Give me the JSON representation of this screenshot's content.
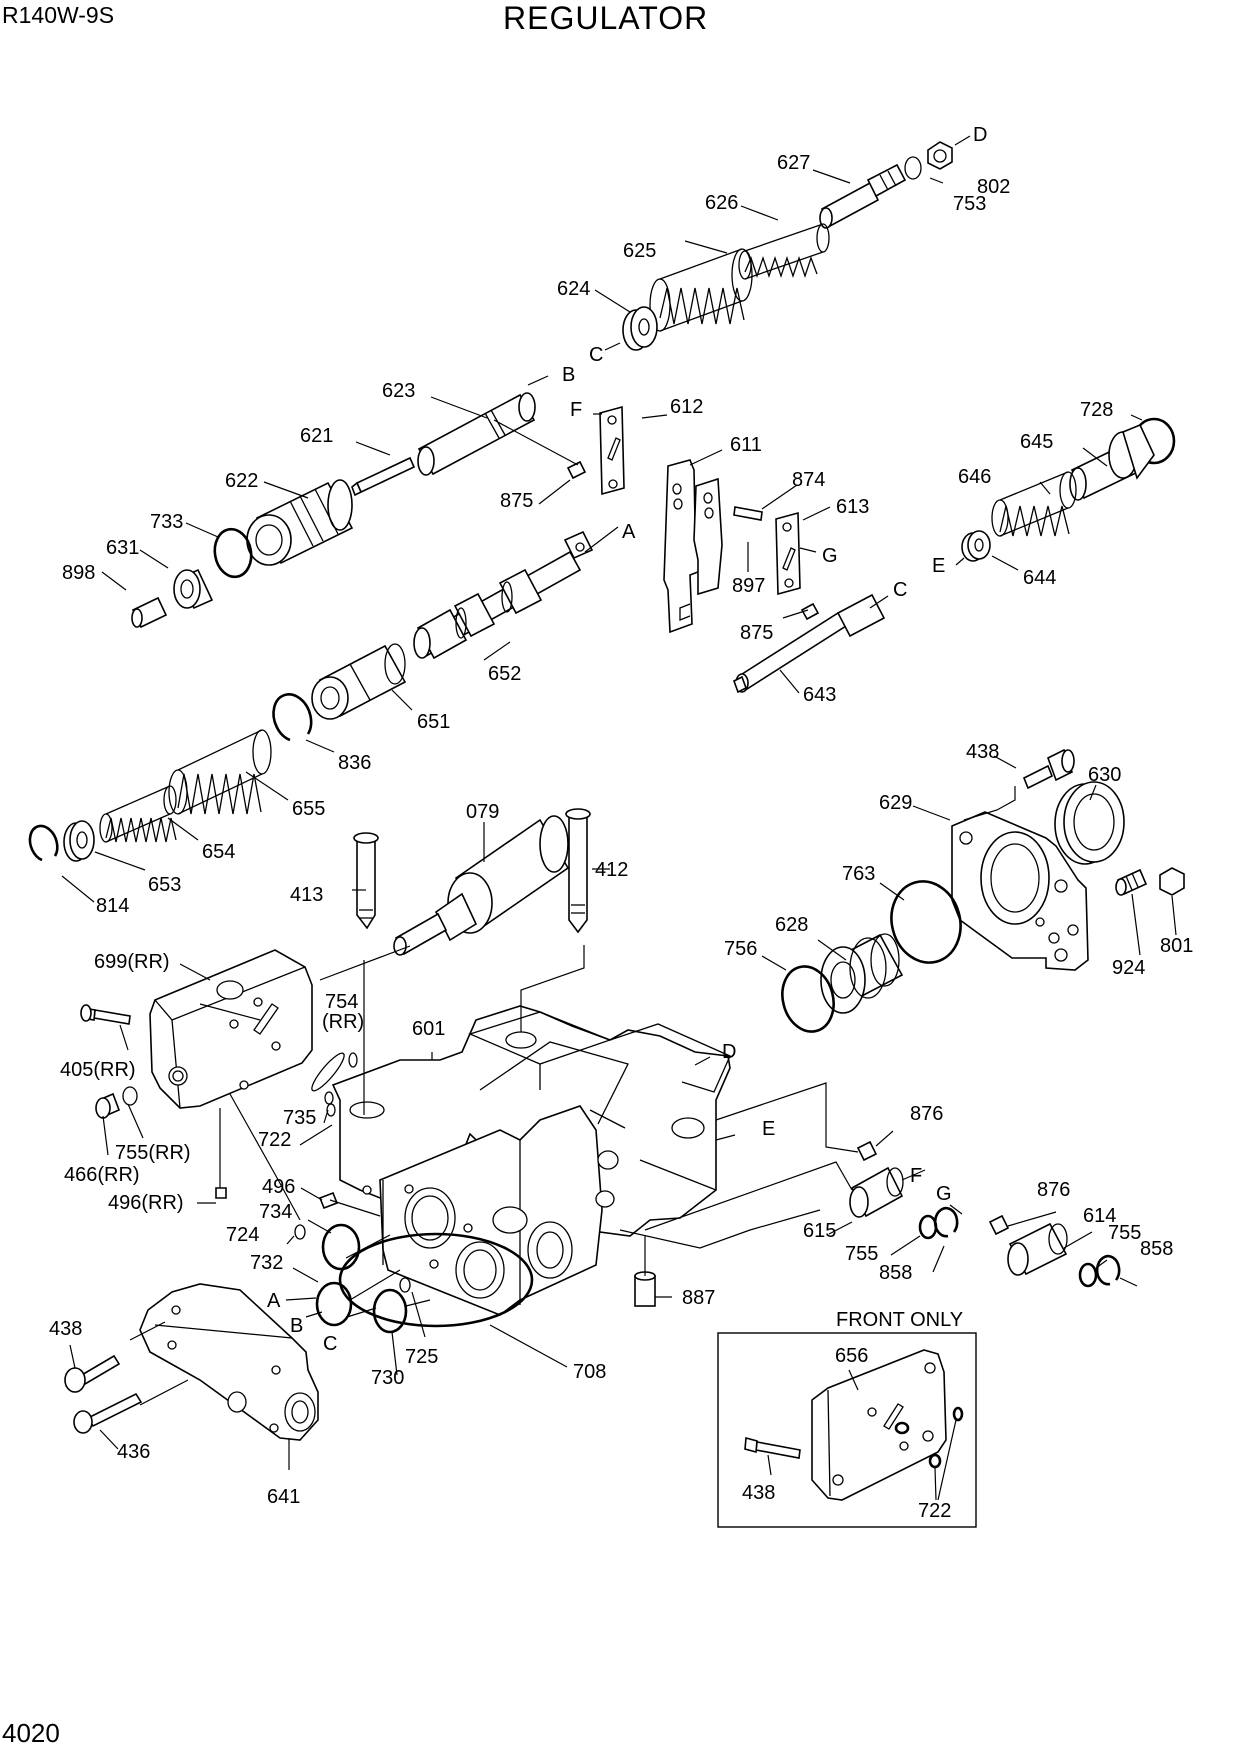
{
  "header": {
    "model": "R140W-9S",
    "title": "REGULATOR",
    "page_number": "4020"
  },
  "inset": {
    "title": "FRONT ONLY"
  },
  "callouts": [
    {
      "id": "c-d-top",
      "text": "D"
    },
    {
      "id": "c-802",
      "text": "802"
    },
    {
      "id": "c-753",
      "text": "753"
    },
    {
      "id": "c-627",
      "text": "627"
    },
    {
      "id": "c-626",
      "text": "626"
    },
    {
      "id": "c-625",
      "text": "625"
    },
    {
      "id": "c-624",
      "text": "624"
    },
    {
      "id": "c-c-624",
      "text": "C"
    },
    {
      "id": "c-b-623",
      "text": "B"
    },
    {
      "id": "c-623",
      "text": "623"
    },
    {
      "id": "c-f-612",
      "text": "F"
    },
    {
      "id": "c-612",
      "text": "612"
    },
    {
      "id": "c-611",
      "text": "611"
    },
    {
      "id": "c-621",
      "text": "621"
    },
    {
      "id": "c-622",
      "text": "622"
    },
    {
      "id": "c-733",
      "text": "733"
    },
    {
      "id": "c-631",
      "text": "631"
    },
    {
      "id": "c-898",
      "text": "898"
    },
    {
      "id": "c-875a",
      "text": "875"
    },
    {
      "id": "c-874",
      "text": "874"
    },
    {
      "id": "c-613",
      "text": "613"
    },
    {
      "id": "c-a-652",
      "text": "A"
    },
    {
      "id": "c-g-613",
      "text": "G"
    },
    {
      "id": "c-897",
      "text": "897"
    },
    {
      "id": "c-728",
      "text": "728"
    },
    {
      "id": "c-645",
      "text": "645"
    },
    {
      "id": "c-646",
      "text": "646"
    },
    {
      "id": "c-e-644",
      "text": "E"
    },
    {
      "id": "c-644",
      "text": "644"
    },
    {
      "id": "c-c-643",
      "text": "C"
    },
    {
      "id": "c-875b",
      "text": "875"
    },
    {
      "id": "c-643",
      "text": "643"
    },
    {
      "id": "c-652",
      "text": "652"
    },
    {
      "id": "c-651",
      "text": "651"
    },
    {
      "id": "c-836",
      "text": "836"
    },
    {
      "id": "c-655",
      "text": "655"
    },
    {
      "id": "c-654",
      "text": "654"
    },
    {
      "id": "c-653",
      "text": "653"
    },
    {
      "id": "c-814",
      "text": "814"
    },
    {
      "id": "c-079",
      "text": "079"
    },
    {
      "id": "c-412",
      "text": "412"
    },
    {
      "id": "c-413",
      "text": "413"
    },
    {
      "id": "c-438a",
      "text": "438"
    },
    {
      "id": "c-630",
      "text": "630"
    },
    {
      "id": "c-629",
      "text": "629"
    },
    {
      "id": "c-763",
      "text": "763"
    },
    {
      "id": "c-628",
      "text": "628"
    },
    {
      "id": "c-756",
      "text": "756"
    },
    {
      "id": "c-924",
      "text": "924"
    },
    {
      "id": "c-801",
      "text": "801"
    },
    {
      "id": "c-699",
      "text": "699(RR)"
    },
    {
      "id": "c-754",
      "text": "754"
    },
    {
      "id": "c-754rr",
      "text": "(RR)"
    },
    {
      "id": "c-601",
      "text": "601"
    },
    {
      "id": "c-d-601",
      "text": "D"
    },
    {
      "id": "c-405",
      "text": "405(RR)"
    },
    {
      "id": "c-735",
      "text": "735"
    },
    {
      "id": "c-722a",
      "text": "722"
    },
    {
      "id": "c-755rr",
      "text": "755(RR)"
    },
    {
      "id": "c-466",
      "text": "466(RR)"
    },
    {
      "id": "c-496rr",
      "text": "496(RR)"
    },
    {
      "id": "c-496",
      "text": "496"
    },
    {
      "id": "c-e-601",
      "text": "E"
    },
    {
      "id": "c-876a",
      "text": "876"
    },
    {
      "id": "c-f-615",
      "text": "F"
    },
    {
      "id": "c-g-614",
      "text": "G"
    },
    {
      "id": "c-876b",
      "text": "876"
    },
    {
      "id": "c-614",
      "text": "614"
    },
    {
      "id": "c-615",
      "text": "615"
    },
    {
      "id": "c-755a",
      "text": "755"
    },
    {
      "id": "c-858a",
      "text": "858"
    },
    {
      "id": "c-755b",
      "text": "755"
    },
    {
      "id": "c-858b",
      "text": "858"
    },
    {
      "id": "c-734",
      "text": "734"
    },
    {
      "id": "c-724",
      "text": "724"
    },
    {
      "id": "c-732",
      "text": "732"
    },
    {
      "id": "c-a-732",
      "text": "A"
    },
    {
      "id": "c-b-732",
      "text": "B"
    },
    {
      "id": "c-c-730",
      "text": "C"
    },
    {
      "id": "c-730",
      "text": "730"
    },
    {
      "id": "c-725",
      "text": "725"
    },
    {
      "id": "c-708",
      "text": "708"
    },
    {
      "id": "c-887",
      "text": "887"
    },
    {
      "id": "c-438b",
      "text": "438"
    },
    {
      "id": "c-436",
      "text": "436"
    },
    {
      "id": "c-641",
      "text": "641"
    },
    {
      "id": "c-656",
      "text": "656"
    },
    {
      "id": "c-438c",
      "text": "438"
    },
    {
      "id": "c-722b",
      "text": "722"
    }
  ]
}
